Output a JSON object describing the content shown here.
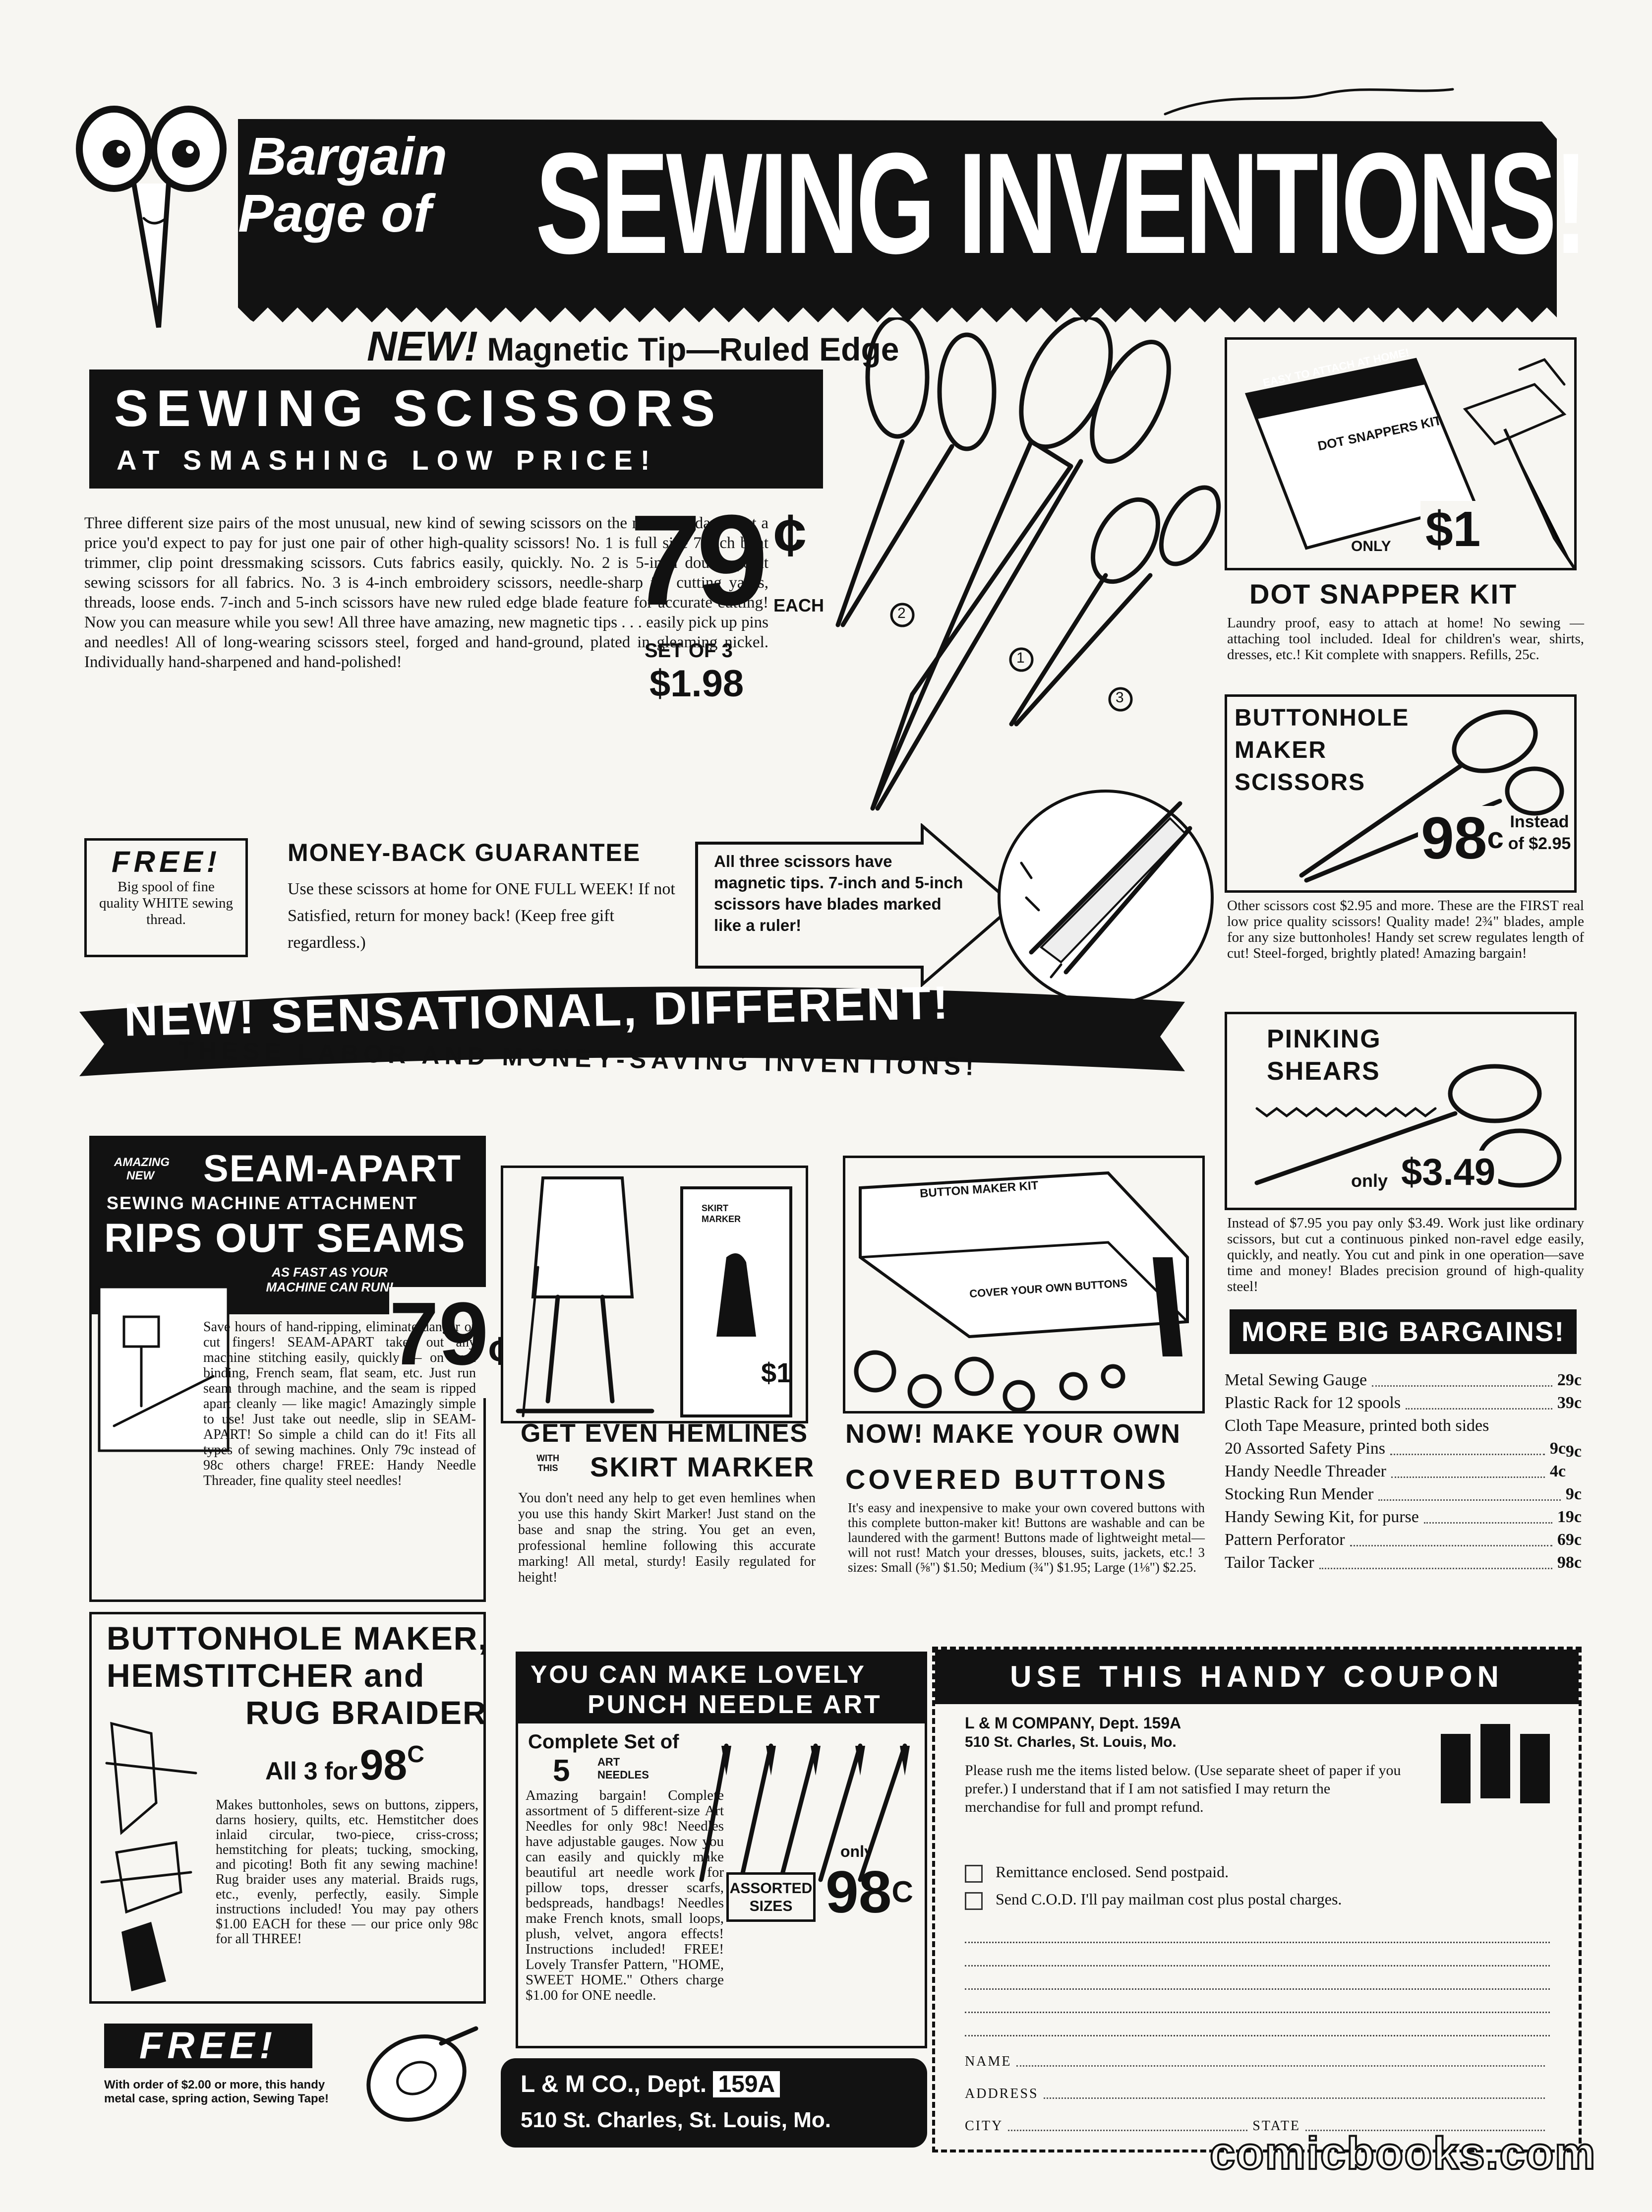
{
  "header": {
    "bargain_line1": "Bargain",
    "bargain_line2": "Page of",
    "title": "SEWING INVENTIONS!"
  },
  "scissors": {
    "new_line_new": "NEW!",
    "new_line_rest": "Magnetic Tip—Ruled Edge",
    "heading": "SEWING SCISSORS",
    "subheading": "AT SMASHING LOW PRICE!",
    "price": "79",
    "cent": "¢",
    "each": "EACH",
    "set_label": "SET OF 3",
    "set_price": "$1.98",
    "body": "Three different size pairs of the most unusual, new kind of sewing scissors on the market today — at a price you'd expect to pay for just one pair of other high-quality scissors! No. 1 is full size 7-inch bent trimmer, clip point dressmaking scissors. Cuts fabrics easily, quickly. No. 2 is 5-inch double-point sewing scissors for all fabrics. No. 3 is 4-inch embroidery scissors, needle-sharp for cutting yarns, threads, loose ends. 7-inch and 5-inch scissors have new ruled edge blade feature for accurate cutting! Now you can measure while you sew! All three have amazing, new magnetic tips . . . easily pick up pins and needles! All of long-wearing scissors steel, forged and hand-ground, plated in gleaming nickel. Individually hand-sharpened and hand-polished!",
    "free_title": "FREE!",
    "free_text": "Big spool of fine quality WHITE sewing thread.",
    "guarantee_title": "MONEY-BACK GUARANTEE",
    "guarantee_text": "Use these scissors at home for ONE FULL WEEK! If not Satisfied, return for money back! (Keep free gift regardless.)",
    "arrow_text": "All three scissors have magnetic tips. 7-inch and 5-inch scissors have blades marked like a ruler!",
    "num1": "1",
    "num2": "2",
    "num3": "3"
  },
  "dot_snapper": {
    "box_text": "EASY TO ATTACH AT HOME!",
    "box_label": "DOT SNAPPERS KIT",
    "only": "ONLY",
    "price": "$1",
    "title": "DOT SNAPPER KIT",
    "body": "Laundry proof, easy to attach at home! No sewing — attaching tool included. Ideal for children's wear, shirts, dresses, etc.! Kit complete with snappers. Refills, 25c."
  },
  "buttonhole_scissors": {
    "title_line1": "BUTTONHOLE",
    "title_line2": "MAKER",
    "title_line3": "SCISSORS",
    "price": "98",
    "cent": "c",
    "instead": "Instead of $2.95",
    "body": "Other scissors cost $2.95 and more. These are the FIRST real low price quality scissors! Quality made! 2¾\" blades, ample for any size buttonholes! Handy set screw regulates length of cut! Steel-forged, brightly plated! Amazing bargain!"
  },
  "banner": {
    "line1": "NEW! SENSATIONAL, DIFFERENT!",
    "line2": "THESE LABOR AND MONEY-SAVING INVENTIONS!"
  },
  "pinking": {
    "title_line1": "PINKING",
    "title_line2": "SHEARS",
    "only": "only",
    "price": "$3.49",
    "body": "Instead of $7.95 you pay only $3.49. Work just like ordinary scissors, but cut a continuous pinked non-ravel edge easily, quickly, and neatly. You cut and pink in one operation—save time and money! Blades precision ground of high-quality steel!"
  },
  "seam_apart": {
    "amazing": "AMAZING",
    "new": "NEW",
    "title": "SEAM-APART",
    "subtitle": "SEWING MACHINE ATTACHMENT",
    "headline": "RIPS OUT SEAMS",
    "tagline": "AS FAST AS YOUR MACHINE CAN RUN!",
    "price": "79",
    "cent": "¢",
    "body": "Save hours of hand-ripping, eliminate danger of cut fingers! SEAM-APART takes out any machine stitching easily, quickly — on hem binding, French seam, flat seam, etc. Just run seam through machine, and the seam is ripped apart cleanly — like magic! Amazingly simple to use! Just take out needle, slip in SEAM-APART! So simple a child can do it! Fits all types of sewing machines. Only 79c instead of 98c others charge! FREE: Handy Needle Threader, fine quality steel needles!"
  },
  "skirt_marker": {
    "box_label": "SKIRT MARKER",
    "price": "$1",
    "title_line1": "GET EVEN HEMLINES",
    "with_this": "WITH THIS",
    "title_line2": "SKIRT MARKER",
    "body": "You don't need any help to get even hemlines when you use this handy Skirt Marker! Just stand on the base and snap the string. You get an even, professional hemline following this accurate marking! All metal, sturdy! Easily regulated for height!"
  },
  "covered_buttons": {
    "box_label": "BUTTON MAKER KIT",
    "box_side": "COVER YOUR OWN BUTTONS",
    "title_line1": "NOW! MAKE YOUR OWN",
    "title_line2": "COVERED BUTTONS",
    "body": "It's easy and inexpensive to make your own covered buttons with this complete button-maker kit! Buttons are washable and can be laundered with the garment! Buttons made of lightweight metal—will not rust! Match your dresses, blouses, suits, jackets, etc.! 3 sizes: Small (⅝\") $1.50; Medium (¾\") $1.95; Large (1⅛\") $2.25."
  },
  "more_bargains": {
    "title": "MORE BIG BARGAINS!",
    "items": [
      {
        "name": "Metal Sewing Gauge",
        "price": "29c"
      },
      {
        "name": "Plastic Rack for 12 spools",
        "price": "39c"
      },
      {
        "name": "Cloth Tape Measure, printed both sides",
        "price": "9c"
      },
      {
        "name": "20 Assorted Safety Pins",
        "price": "9c"
      },
      {
        "name": "Handy Needle Threader",
        "price": "4c"
      },
      {
        "name": "Stocking Run Mender",
        "price": "9c"
      },
      {
        "name": "Handy Sewing Kit, for purse",
        "price": "19c"
      },
      {
        "name": "Pattern Perforator",
        "price": "69c"
      },
      {
        "name": "Tailor Tacker",
        "price": "98c"
      }
    ]
  },
  "buttonhole_maker": {
    "title_line1": "BUTTONHOLE MAKER,",
    "title_line2": "HEMSTITCHER and",
    "title_line3": "RUG BRAIDER",
    "price_label": "All 3 for",
    "price": "98",
    "cent": "C",
    "body": "Makes buttonholes, sews on buttons, zippers, darns hosiery, quilts, etc. Hemstitcher does inlaid circular, two-piece, criss-cross; hemstitching for pleats; tucking, smocking, and picoting! Both fit any sewing machine! Rug braider uses any material. Braids rugs, etc., evenly, perfectly, easily. Simple instructions included! You may pay others $1.00 EACH for these — our price only 98c for all THREE!"
  },
  "free_tape": {
    "title": "FREE!",
    "text": "With order of $2.00 or more, this handy metal case, spring action, Sewing Tape!"
  },
  "punch_needle": {
    "title_line1": "YOU CAN MAKE LOVELY",
    "title_line2": "PUNCH NEEDLE ART",
    "complete_set": "Complete Set of",
    "five": "5",
    "art_needles": "ART NEEDLES",
    "only": "only",
    "price": "98",
    "cent": "C",
    "assorted": "ASSORTED SIZES",
    "body": "Amazing bargain! Complete assortment of 5 different-size Art Needles for only 98c! Needles have adjustable gauges. Now you can easily and quickly make beautiful art needle work for pillow tops, dresser scarfs, bedspreads, handbags! Needles make French knots, small loops, plush, velvet, angora effects! Instructions included! FREE! Lovely Transfer Pattern, \"HOME, SWEET HOME.\" Others charge $1.00 for ONE needle."
  },
  "address_box": {
    "company": "L & M CO., Dept.",
    "dept": "159A",
    "address": "510 St. Charles, St. Louis, Mo."
  },
  "coupon": {
    "title": "USE THIS HANDY COUPON",
    "company": "L & M COMPANY, Dept. 159A",
    "address": "510 St. Charles, St. Louis, Mo.",
    "instructions": "Please rush me the items listed below. (Use separate sheet of paper if you prefer.) I understand that if I am not satisfied I may return the merchandise for full and prompt refund.",
    "option1": "Remittance enclosed. Send postpaid.",
    "option2": "Send C.O.D. I'll pay mailman cost plus postal charges.",
    "name_label": "NAME",
    "address_label": "ADDRESS",
    "city_label": "CITY",
    "state_label": "STATE"
  },
  "watermark": "comicbooks.com"
}
